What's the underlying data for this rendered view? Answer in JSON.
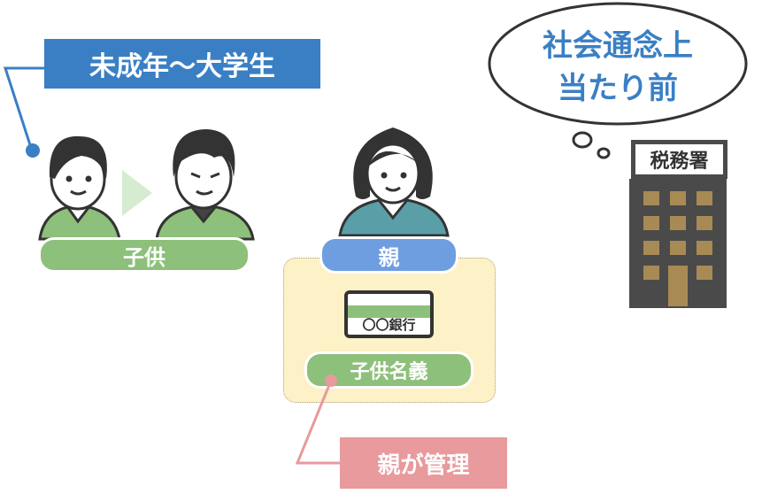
{
  "age_label": "未成年～大学生",
  "child_label": "子供",
  "parent_label": "親",
  "bank_card_text": "〇〇銀行",
  "account_name_label": "子供名義",
  "managed_label": "親が管理",
  "speech_line1": "社会通念上",
  "speech_line2": "当たり前",
  "tax_office_label": "税務署",
  "colors": {
    "blue_box": "#3a7fc4",
    "green": "#8dc07a",
    "blue_pill": "#6f9ee0",
    "pink": "#e89a9c",
    "yellow_panel": "#fdf1c8",
    "building": "#4a4a4a",
    "window": "#a88a55",
    "speech_text": "#3a7fc4"
  }
}
